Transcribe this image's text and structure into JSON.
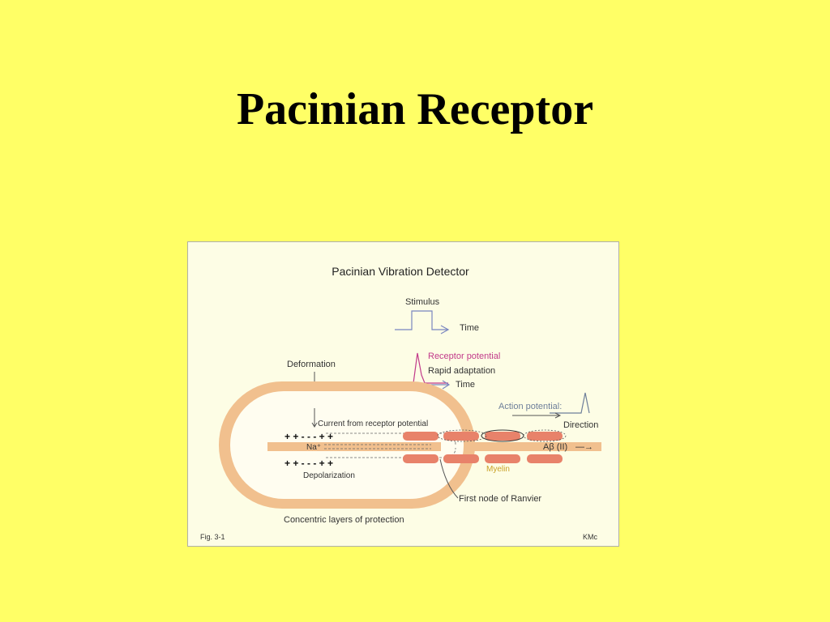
{
  "slide": {
    "title": "Pacinian Receptor"
  },
  "figure": {
    "title": "Pacinian Vibration Detector",
    "labels": {
      "stimulus": "Stimulus",
      "time_1": "Time",
      "receptor_potential": "Receptor potential",
      "rapid_adaptation": "Rapid adaptation",
      "time_2": "Time",
      "deformation": "Deformation",
      "action_potential": "Action potential:",
      "current": "Current from receptor potential",
      "direction": "Direction",
      "charges_top": "+ + - - - + +",
      "charges_bottom": "+ + - - - + +",
      "na": "Na⁺",
      "fiber": "Aβ (II)",
      "fiber_arrow": "—→",
      "myelin": "Myelin",
      "depolarization": "Depolarization",
      "first_node": "First node of Ranvier",
      "concentric": "Concentric layers of protection",
      "fig_number": "Fig. 3-1",
      "credit": "KMc"
    },
    "colors": {
      "capsule": "#f1c08e",
      "myelin": "#e8826a",
      "receptor_potential_text": "#c23a8a",
      "myelin_text": "#c9a227",
      "action_potential_text": "#6e7f9a",
      "trace_line": "#7a86c0"
    }
  }
}
